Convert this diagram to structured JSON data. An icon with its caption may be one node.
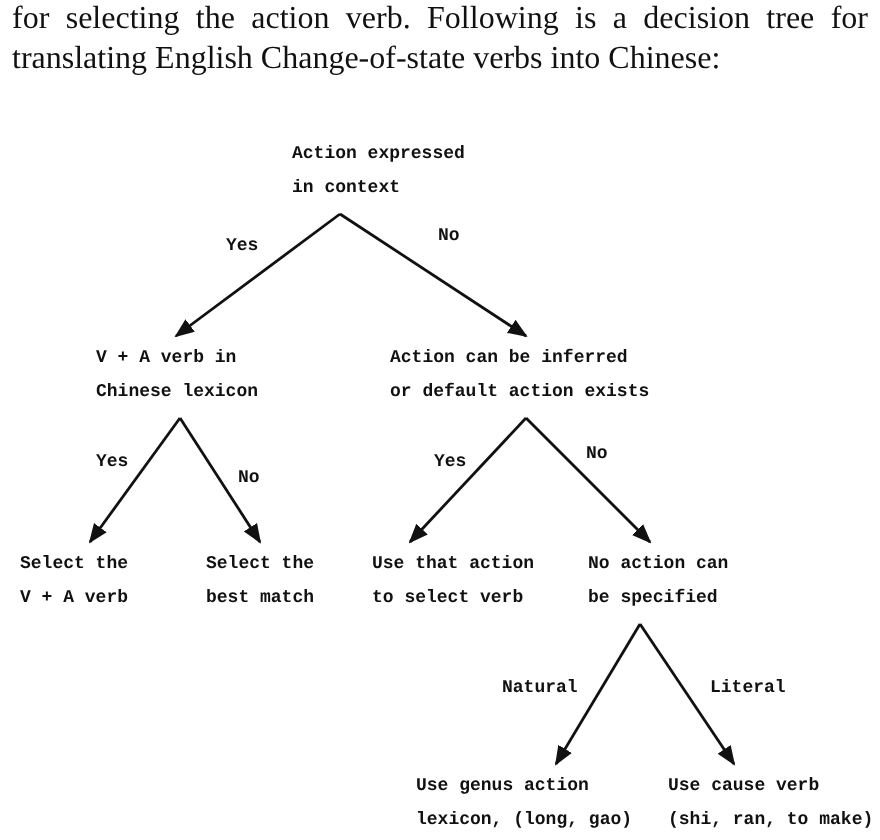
{
  "diagram": {
    "nodes": [
      {
        "text": [
          "Action expressed in context"
        ]
      },
      {
        "text": [
          "V + A verb in Chinese lexicon"
        ]
      },
      {
        "text": [
          "Action can be inferred or default action exists"
        ]
      },
      {
        "text": [
          "Select the V + A verb"
        ]
      },
      {
        "text": [
          "Select the best match"
        ]
      },
      {
        "text": [
          "Use that action to select verb"
        ]
      },
      {
        "text": [
          "No action can be specified"
        ]
      },
      {
        "text": [
          "Use genus action lexicon, (long, gao)"
        ]
      },
      {
        "text": [
          "Use cause verb (shi, ran, to make)"
        ]
      }
    ],
    "edges": [
      {
        "from": 0,
        "to": 1,
        "arrow": "to",
        "label": "Yes"
      },
      {
        "from": 0,
        "to": 2,
        "arrow": "to",
        "label": "No"
      },
      {
        "from": 1,
        "to": 3,
        "arrow": "to",
        "label": "Yes"
      },
      {
        "from": 1,
        "to": 4,
        "arrow": "to",
        "label": "No"
      },
      {
        "from": 2,
        "to": 5,
        "arrow": "to",
        "label": "Yes"
      },
      {
        "from": 2,
        "to": 6,
        "arrow": "to",
        "label": "No"
      },
      {
        "from": 6,
        "to": 7,
        "arrow": "to",
        "label": "Natural"
      },
      {
        "from": 6,
        "to": 8,
        "arrow": "to",
        "label": "Literal"
      }
    ],
    "labels": [
      "for selecting the action verb. Following is a decision tree for translating English Change-of-state verbs into Chinese:"
    ]
  }
}
